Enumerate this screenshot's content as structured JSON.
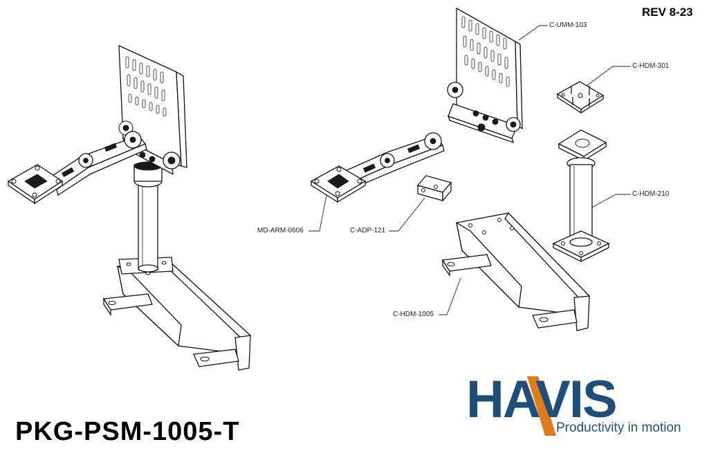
{
  "header": {
    "revision": "REV 8-23"
  },
  "footer": {
    "part_number": "PKG-PSM-1005-T"
  },
  "callouts": [
    {
      "id": "umm",
      "label": "C-UMM-103"
    },
    {
      "id": "hdm301",
      "label": "C-HDM-301"
    },
    {
      "id": "hdm210",
      "label": "C-HDM-210"
    },
    {
      "id": "arm",
      "label": "MD-ARM-0606"
    },
    {
      "id": "adp",
      "label": "C-ADP-121"
    },
    {
      "id": "hdm1005",
      "label": "C-HDM-1005"
    }
  ],
  "logo": {
    "brand": "HAVIS",
    "tagline": "Productivity in motion",
    "colors": {
      "brand_blue": "#1f4e79",
      "accent_orange": "#e07b1a"
    }
  }
}
